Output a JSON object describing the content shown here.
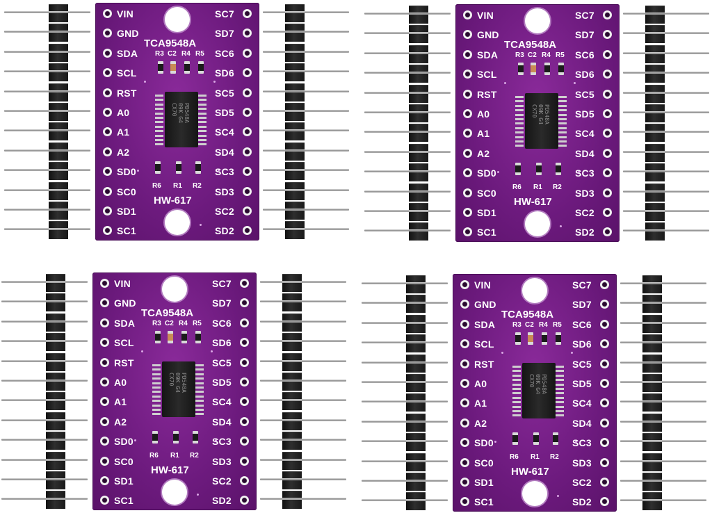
{
  "colors": {
    "pcb": "#6c1a7d",
    "silkscreen": "#ffffff",
    "header": "#1a1a1a",
    "pin": "#b0b0b0",
    "background": "#ffffff"
  },
  "board": {
    "chip_name": "TCA9548A",
    "model": "HW-617",
    "chip_marking": "PD548A\n09K G4\nCX70",
    "left_pins": [
      "VIN",
      "GND",
      "SDA",
      "SCL",
      "RST",
      "A0",
      "A1",
      "A2",
      "SD0",
      "SC0",
      "SD1",
      "SC1"
    ],
    "right_pins": [
      "SC7",
      "SD7",
      "SC6",
      "SD6",
      "SC5",
      "SD5",
      "SC4",
      "SD4",
      "SC3",
      "SD3",
      "SC2",
      "SD2"
    ],
    "top_components": [
      "R3",
      "C2",
      "R4",
      "R5"
    ],
    "bottom_components": [
      "R6",
      "R1",
      "R2"
    ]
  },
  "boards_shown": 4,
  "header_pin_count": 12
}
